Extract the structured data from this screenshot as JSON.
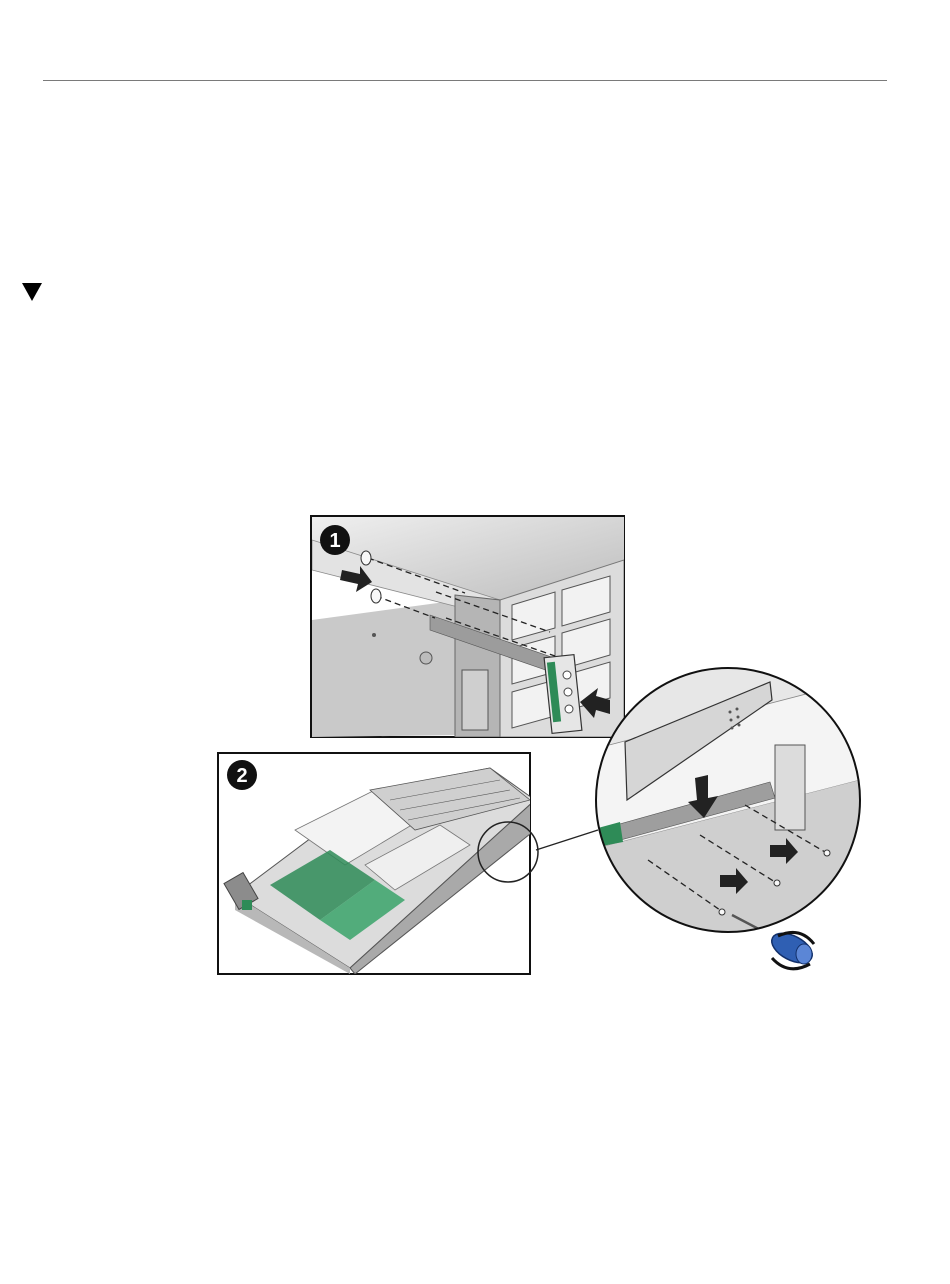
{
  "header": {
    "rule": "divider"
  },
  "section": {
    "marker_icon": "triangle-down-icon"
  },
  "figure": {
    "step_callouts": [
      "1",
      "2"
    ],
    "icons": [
      "arrow-right-icon",
      "arrow-down-icon",
      "screwdriver-icon",
      "screw-icon",
      "magnifier-circle-icon"
    ],
    "colors": {
      "callout_bg": "#111111",
      "chassis": "#d9d9d9",
      "board_green": "#2e8b57",
      "screwdriver_blue": "#2f5fb3"
    }
  }
}
